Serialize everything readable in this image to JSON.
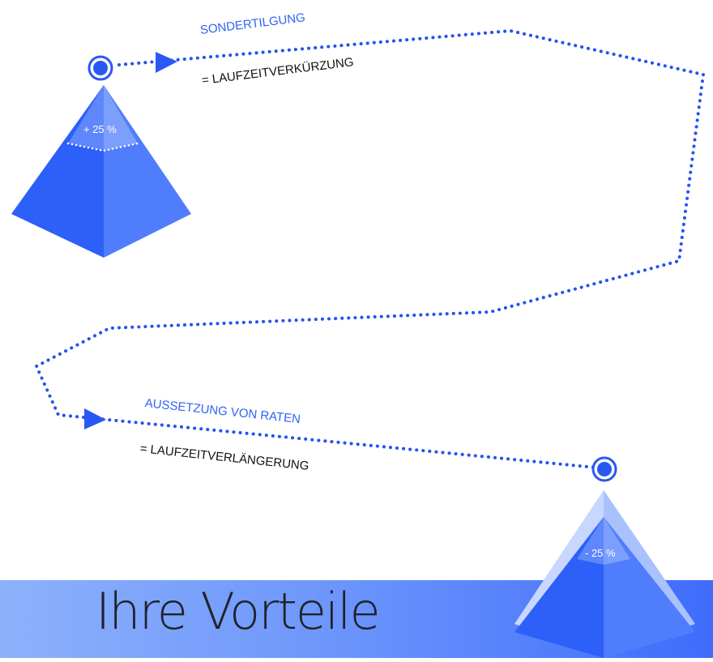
{
  "diagram": {
    "top_action_title": "SONDERTILGUNG",
    "top_action_result": "= LAUFZEITVERKÜRZUNG",
    "top_pyramid_percent": "+ 25 %",
    "bottom_action_title": "AUSSETZUNG VON RATEN",
    "bottom_action_result": "= LAUFZEITVERLÄNGERUNG",
    "bottom_pyramid_percent": "- 25 %"
  },
  "footer": {
    "title": "Ihre Vorteile"
  },
  "colors": {
    "accent_blue": "#2f63f5",
    "pyramid_dark": "#2d5ff9",
    "pyramid_light": "#4f7dfb",
    "pyramid_pale": "#a9c2fd",
    "banner_start": "#8cb1fb",
    "banner_end": "#3f6cfb",
    "text_dark": "#111111"
  }
}
